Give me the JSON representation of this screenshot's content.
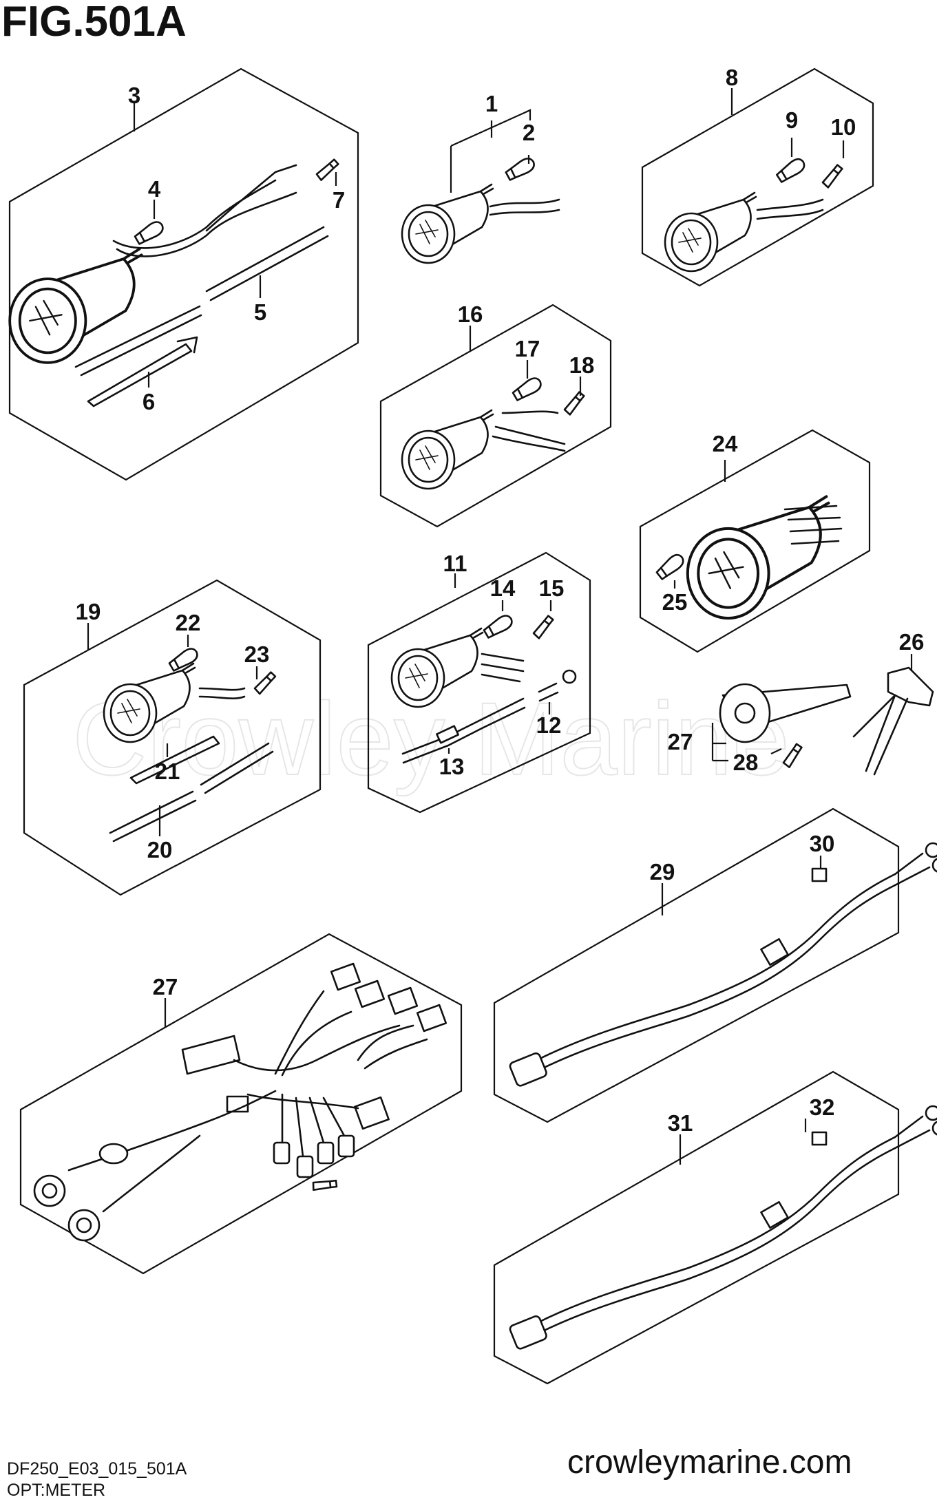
{
  "figure": {
    "title": "FIG.501A",
    "code": "DF250_E03_015_501A",
    "subtitle": "OPT:METER",
    "website": "crowleymarine.com",
    "watermark": "Crowley Marine"
  },
  "callouts": [
    "1",
    "2",
    "3",
    "4",
    "5",
    "6",
    "7",
    "8",
    "9",
    "10",
    "11",
    "12",
    "13",
    "14",
    "15",
    "16",
    "17",
    "18",
    "19",
    "20",
    "21",
    "22",
    "23",
    "24",
    "25",
    "26",
    "27",
    "28",
    "29",
    "30",
    "31",
    "32"
  ],
  "label_27b": "27"
}
